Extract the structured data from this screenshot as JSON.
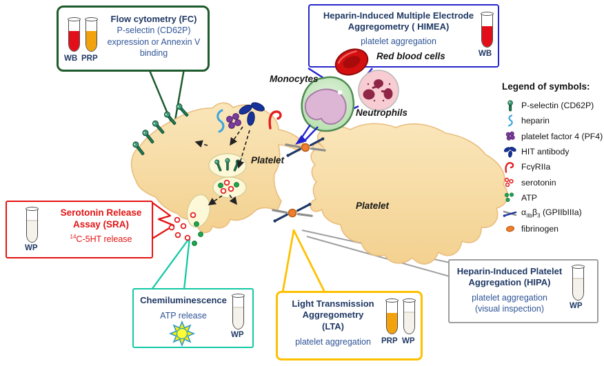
{
  "colors": {
    "fc_border": "#1d5a2c",
    "himea_border": "#2626cc",
    "sra_border": "#e41313",
    "chemi_border": "#12c9a4",
    "lta_border": "#ffc000",
    "hipa_border": "#9e9e9e",
    "title_text": "#1f3864",
    "body_text": "#2e5496",
    "sra_text": "#e41313",
    "tube_wb": "#e20f1a",
    "tube_prp": "#f2a20d",
    "tube_wp": "#f4f2ea",
    "platelet_fill": "#f8dda6",
    "serotonin": "#e31d1d",
    "atp": "#1ea84e",
    "fibrinogen": "#ef7f2e"
  },
  "boxes": {
    "fc": {
      "title": "Flow cytometry (FC)",
      "body": "P-selectin (CD62P) expression or Annexin V binding",
      "tube_wb_label": "WB",
      "tube_prp_label": "PRP"
    },
    "himea": {
      "title": "Heparin-Induced Multiple Electrode Aggregometry ( HIMEA)",
      "body": "platelet aggregation",
      "tube_label": "WB"
    },
    "sra": {
      "title": "Serotonin Release Assay (SRA)",
      "body_sup": "14",
      "body_rest": "C-5HT release",
      "tube_label": "WP"
    },
    "chemi": {
      "title": "Chemiluminescence",
      "body": "ATP release",
      "tube_label": "WP"
    },
    "lta": {
      "title_lines": [
        "Light Transmission",
        "Aggregometry",
        "(LTA)"
      ],
      "body": "platelet aggregation",
      "tube_prp_label": "PRP",
      "tube_wp_label": "WP"
    },
    "hipa": {
      "title": "Heparin-Induced Platelet Aggregation (HIPA)",
      "body_line1": "platelet aggregation",
      "body_line2": "(visual inspection)",
      "tube_label": "WP"
    }
  },
  "cells": {
    "monocytes": "Monocytes",
    "neutrophils": "Neutrophils",
    "red_blood_cells": "Red blood cells",
    "platelet_left": "Platelet",
    "platelet_right": "Platelet"
  },
  "legend": {
    "title": "Legend of symbols:",
    "items": [
      {
        "icon": "p-selectin-icon",
        "label": "P-selectin (CD62P)"
      },
      {
        "icon": "heparin-icon",
        "label": "heparin"
      },
      {
        "icon": "pf4-icon",
        "label": "platelet factor 4 (PF4)"
      },
      {
        "icon": "hit-antibody-icon",
        "label": "HIT antibody"
      },
      {
        "icon": "fcgriia-icon",
        "label": "FcγRIIa"
      },
      {
        "icon": "serotonin-icon",
        "label": "serotonin"
      },
      {
        "icon": "atp-icon",
        "label": "ATP"
      },
      {
        "icon": "aiibb3-icon",
        "alpha": "α",
        "alpha_sub": "IIb",
        "beta": "β",
        "beta_sub": "3",
        "rest": " (GPIIbIIIa)"
      },
      {
        "icon": "fibrinogen-icon",
        "label": "fibrinogen"
      }
    ]
  }
}
